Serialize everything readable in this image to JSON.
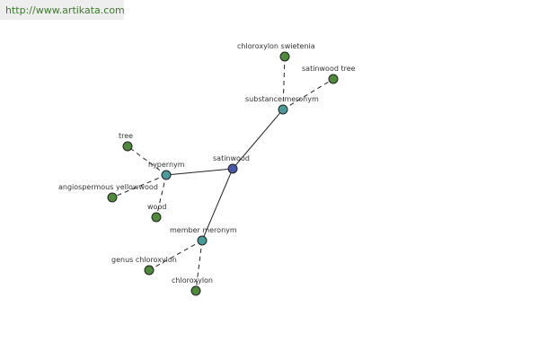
{
  "banner": {
    "url": "http://www.artikata.com"
  },
  "colors": {
    "center": "#4a58a8",
    "relation": "#4a9a9a",
    "leaf": "#4f8a3c",
    "edge": "#222222",
    "banner_text": "#3a7a2a"
  },
  "graph": {
    "nodes": [
      {
        "id": "satinwood",
        "label": "satinwood",
        "kind": "center"
      },
      {
        "id": "substance-meronym",
        "label": "substance meronym",
        "kind": "relation"
      },
      {
        "id": "hypernym",
        "label": "hypernym",
        "kind": "relation"
      },
      {
        "id": "member-meronym",
        "label": "member meronym",
        "kind": "relation"
      },
      {
        "id": "chloroxylon-swietenia",
        "label": "chloroxylon swietenia",
        "kind": "leaf"
      },
      {
        "id": "satinwood-tree",
        "label": "satinwood tree",
        "kind": "leaf"
      },
      {
        "id": "tree",
        "label": "tree",
        "kind": "leaf"
      },
      {
        "id": "angiospermous-yellowwood",
        "label": "angiospermous yellowwood",
        "kind": "leaf"
      },
      {
        "id": "wood",
        "label": "wood",
        "kind": "leaf"
      },
      {
        "id": "genus-chloroxylon",
        "label": "genus chloroxylon",
        "kind": "leaf"
      },
      {
        "id": "chloroxylon",
        "label": "chloroxylon",
        "kind": "leaf"
      }
    ],
    "edges": [
      {
        "from": "satinwood",
        "to": "substance-meronym",
        "style": "solid"
      },
      {
        "from": "satinwood",
        "to": "hypernym",
        "style": "solid"
      },
      {
        "from": "satinwood",
        "to": "member-meronym",
        "style": "solid"
      },
      {
        "from": "substance-meronym",
        "to": "chloroxylon-swietenia",
        "style": "dashed"
      },
      {
        "from": "substance-meronym",
        "to": "satinwood-tree",
        "style": "dashed"
      },
      {
        "from": "hypernym",
        "to": "tree",
        "style": "dashed"
      },
      {
        "from": "hypernym",
        "to": "angiospermous-yellowwood",
        "style": "dashed"
      },
      {
        "from": "hypernym",
        "to": "wood",
        "style": "dashed"
      },
      {
        "from": "member-meronym",
        "to": "genus-chloroxylon",
        "style": "dashed"
      },
      {
        "from": "member-meronym",
        "to": "chloroxylon",
        "style": "dashed"
      }
    ]
  }
}
